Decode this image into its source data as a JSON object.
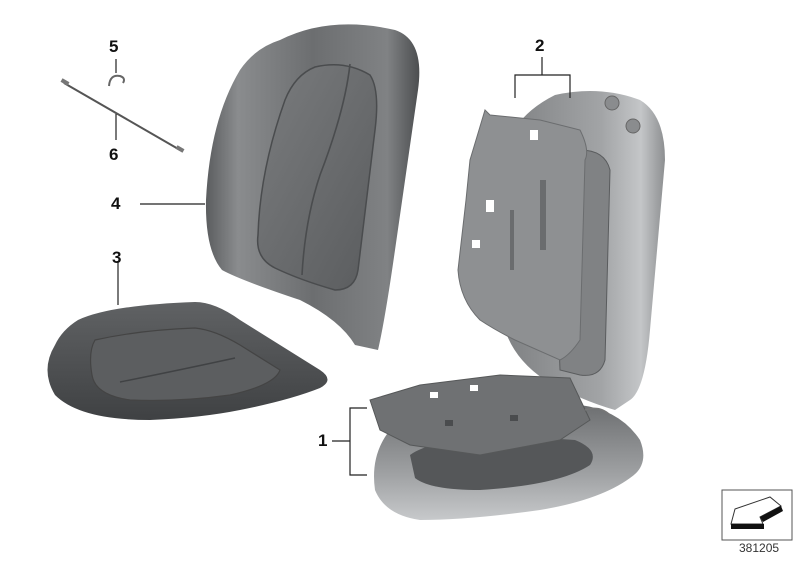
{
  "diagram": {
    "type": "exploded parts diagram",
    "subject": "Seat cushion and backrest foam / upholstery parts",
    "diagram_number": "381205",
    "colors": {
      "upholstery_dark": "#4e5052",
      "upholstery_mid": "#6a6c6e",
      "foam_light": "#a9abad",
      "mat": "#7c7e80",
      "line": "#222222"
    },
    "callouts": [
      {
        "number": "1",
        "part": "seat cushion foam with heating mat"
      },
      {
        "number": "2",
        "part": "backrest foam with heating mat"
      },
      {
        "number": "3",
        "part": "seat cushion cover"
      },
      {
        "number": "4",
        "part": "backrest cover"
      },
      {
        "number": "5",
        "part": "clip"
      },
      {
        "number": "6",
        "part": "wire / rod"
      }
    ],
    "orientation_icon": "arrow-pointing-front-left"
  }
}
